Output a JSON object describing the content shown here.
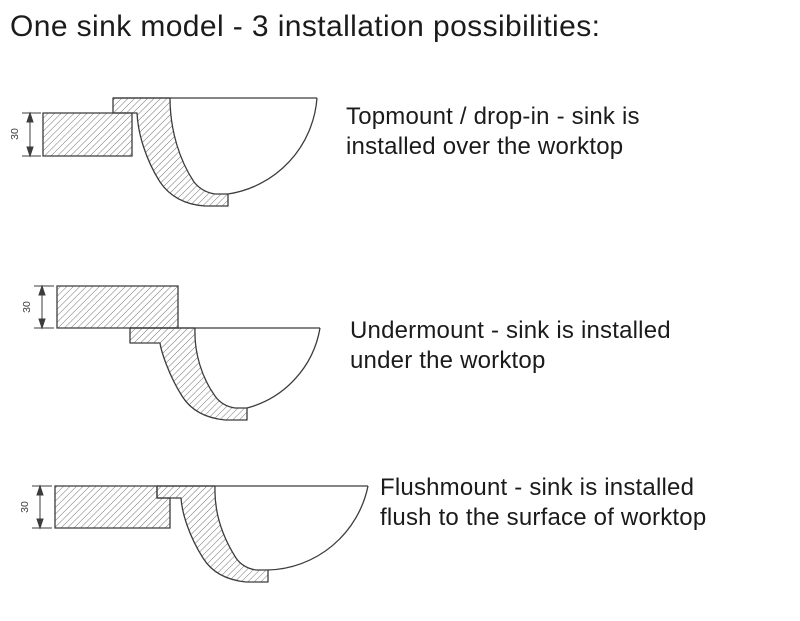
{
  "title": "One sink model - 3 installation possibilities:",
  "dimension_label": "30",
  "rows": [
    {
      "name": "topmount",
      "line1": "Topmount / drop-in - sink is",
      "line2": "installed over the worktop"
    },
    {
      "name": "undermount",
      "line1": "Undermount - sink is installed",
      "line2": "under the worktop"
    },
    {
      "name": "flushmount",
      "line1": "Flushmount - sink is installed",
      "line2": "flush to the surface of worktop"
    }
  ],
  "colors": {
    "line": "#3c3c3c",
    "text": "#1b1b1b",
    "background": "#ffffff",
    "hatch": "#6a6a6a"
  }
}
